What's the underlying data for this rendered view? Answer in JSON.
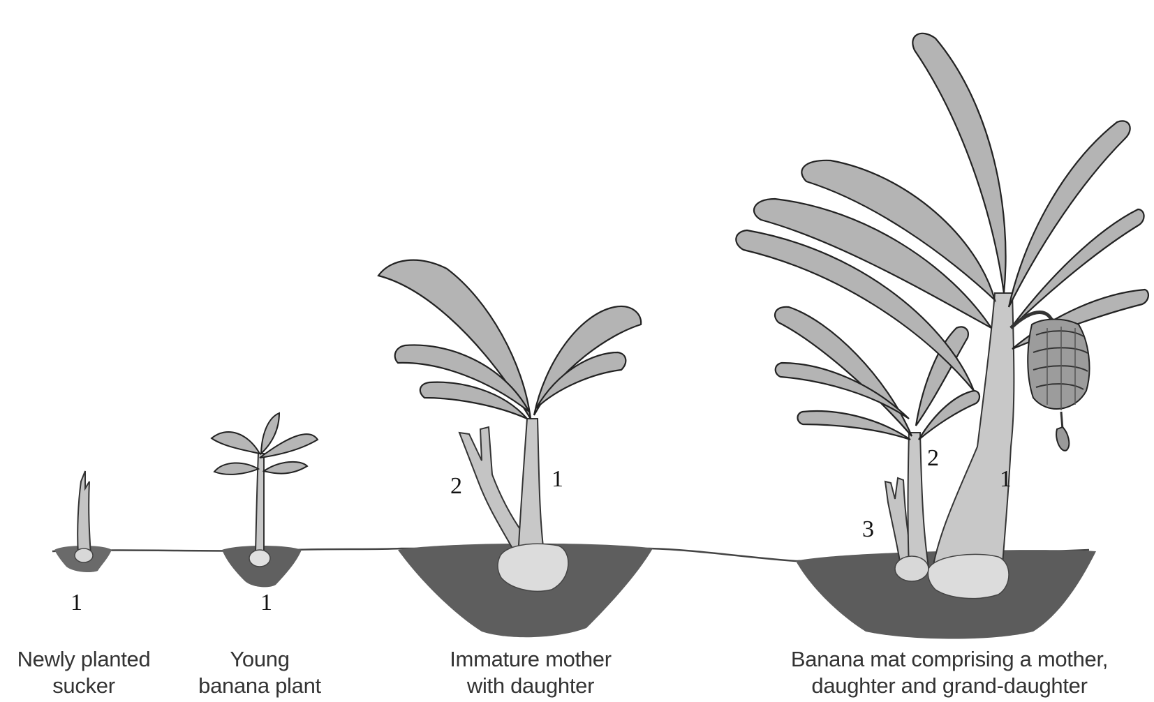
{
  "colors": {
    "leaf_fill": "#b4b4b4",
    "leaf_stroke": "#222222",
    "stem_fill": "#c8c8c8",
    "corm_fill": "#dcdcdc",
    "soil": "#5e5e5e",
    "caption_text": "#333333"
  },
  "stages": [
    {
      "caption": [
        "Newly planted",
        "sucker"
      ],
      "labels": {
        "mother": "1"
      }
    },
    {
      "caption": [
        "Young",
        "banana plant"
      ],
      "labels": {
        "mother": "1"
      }
    },
    {
      "caption": [
        "Immature mother",
        "with daughter"
      ],
      "labels": {
        "mother": "1",
        "daughter": "2"
      }
    },
    {
      "caption": [
        "Banana mat comprising a mother,",
        "daughter and grand-daughter"
      ],
      "labels": {
        "mother": "1",
        "daughter": "2",
        "grand_daughter": "3"
      }
    }
  ]
}
